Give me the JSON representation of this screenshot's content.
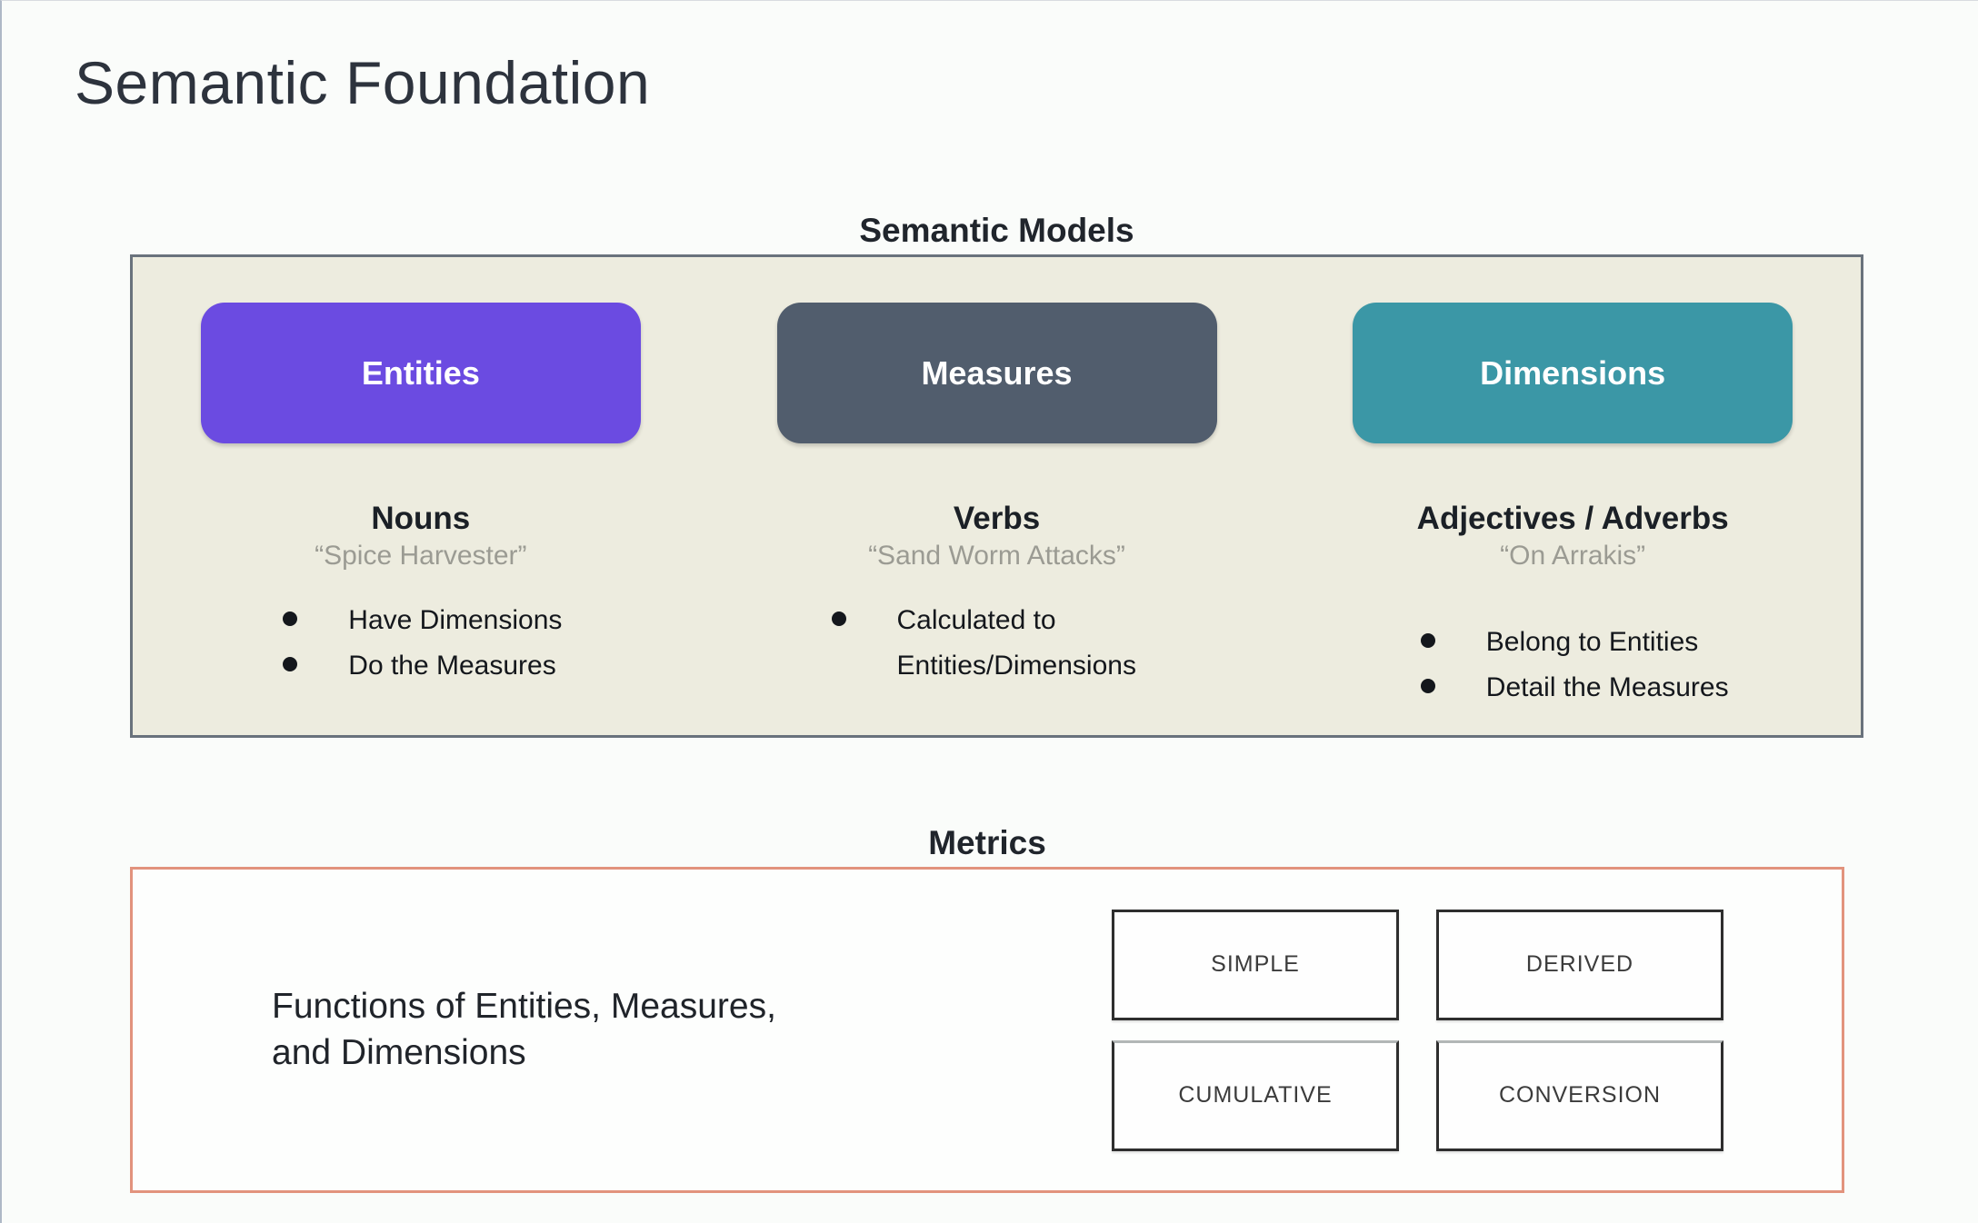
{
  "page": {
    "title": "Semantic Foundation"
  },
  "semantic_models": {
    "heading": "Semantic Models",
    "panel_bg": "#edecdf",
    "columns": [
      {
        "pill": "Entities",
        "pill_color": "#6b4be1",
        "role": "Nouns",
        "example": "“Spice Harvester”",
        "bullets": [
          "Have Dimensions",
          "Do the Measures"
        ]
      },
      {
        "pill": "Measures",
        "pill_color": "#515d6d",
        "role": "Verbs",
        "example": "“Sand Worm Attacks”",
        "bullets": [
          "Calculated to Entities/Dimensions"
        ]
      },
      {
        "pill": "Dimensions",
        "pill_color": "#3b97a6",
        "role": "Adjectives / Adverbs",
        "example": "“On Arrakis”",
        "bullets": [
          "Belong to Entities",
          "Detail the Measures"
        ]
      }
    ]
  },
  "metrics": {
    "heading": "Metrics",
    "border_color": "#e2937d",
    "description_line1": "Functions of Entities, Measures,",
    "description_line2": "and Dimensions",
    "types": [
      "SIMPLE",
      "DERIVED",
      "CUMULATIVE",
      "CONVERSION"
    ]
  }
}
